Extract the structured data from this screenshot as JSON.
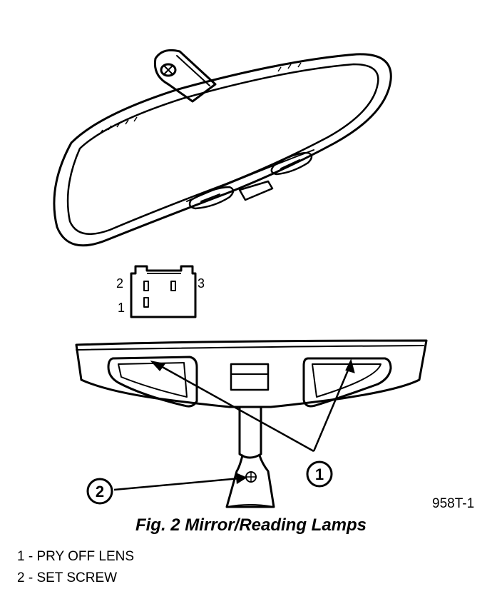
{
  "connector": {
    "pin_labels": {
      "pin_2": "2",
      "pin_3": "3",
      "pin_1": "1"
    }
  },
  "callouts": {
    "callout_1": "1",
    "callout_2": "2"
  },
  "figure_code": "958T-1",
  "caption": "Fig. 2 Mirror/Reading Lamps",
  "legend": [
    "1 - PRY OFF LENS",
    "2 - SET SCREW"
  ]
}
